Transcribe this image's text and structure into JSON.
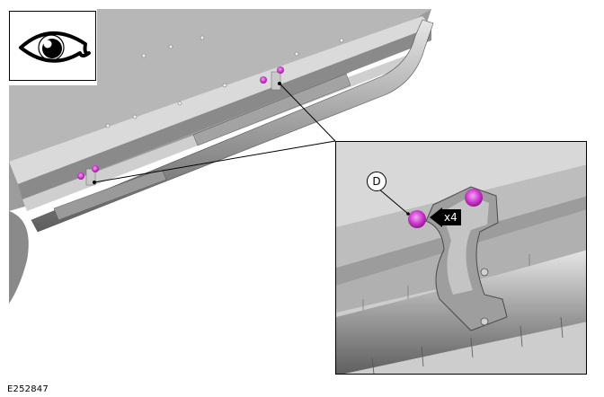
{
  "figure": {
    "id_label": "E252847",
    "view_icon": "eye-icon",
    "colors": {
      "fastener_highlight": "#d63fd6",
      "metal_light": "#d9d9d9",
      "metal_mid": "#a8a8a8",
      "metal_dark": "#6e6e6e",
      "frame": "#000000"
    }
  },
  "inset": {
    "callout_letter": "D",
    "quantity_label": "x4",
    "arrow_icon": "arrow-left-icon"
  }
}
